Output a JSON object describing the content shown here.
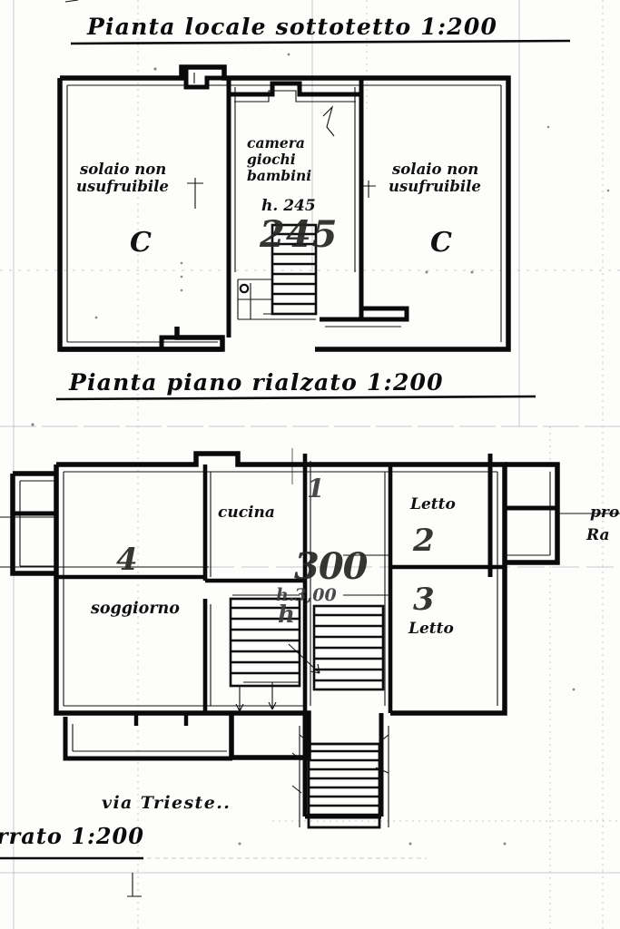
{
  "document": {
    "kind": "architectural-floor-plan-scan",
    "language": "it",
    "paper_color": "#fdfdfb",
    "ink_color": "#0d0d0d",
    "pen_color": "#3a3a3a",
    "grid_color": "#9aa0a6"
  },
  "titles": {
    "upper_plan": "Pianta locale sottotetto 1:200",
    "lower_plan": "Pianta piano rialzato 1:200",
    "bottom_cropped": "rrato 1:200"
  },
  "upper_plan": {
    "name": "Pianta locale sottotetto",
    "scale": "1:200",
    "rooms": [
      {
        "id": "attic-left",
        "line1": "solaio non",
        "line2": "usufruibile",
        "mark": "C"
      },
      {
        "id": "attic-center",
        "line1": "camera",
        "line2": "giochi",
        "line3": "bambini",
        "height_label": "h. 245",
        "pen_number": "245"
      },
      {
        "id": "attic-right",
        "line1": "solaio non",
        "line2": "usufruibile",
        "mark": "C"
      }
    ]
  },
  "lower_plan": {
    "name": "Pianta piano rialzato",
    "scale": "1:200",
    "rooms": [
      {
        "id": "cucina",
        "label": "cucina"
      },
      {
        "id": "soggiorno",
        "label": "soggiorno",
        "pen_number": "4"
      },
      {
        "id": "letto-2",
        "label": "Letto",
        "pen_number": "2"
      },
      {
        "id": "letto-3",
        "label": "Letto",
        "pen_number": "3"
      }
    ],
    "annotations": {
      "pen_number_center": "300",
      "height_label": "h.3,00",
      "pen_mark_top": "1",
      "pen_mark_stair": "h"
    },
    "street_label": "via Trieste..",
    "edge_fragment_line1": "pro",
    "edge_fragment_line2": "Ra"
  },
  "legend": {
    "attic_unusable_code": "C"
  }
}
